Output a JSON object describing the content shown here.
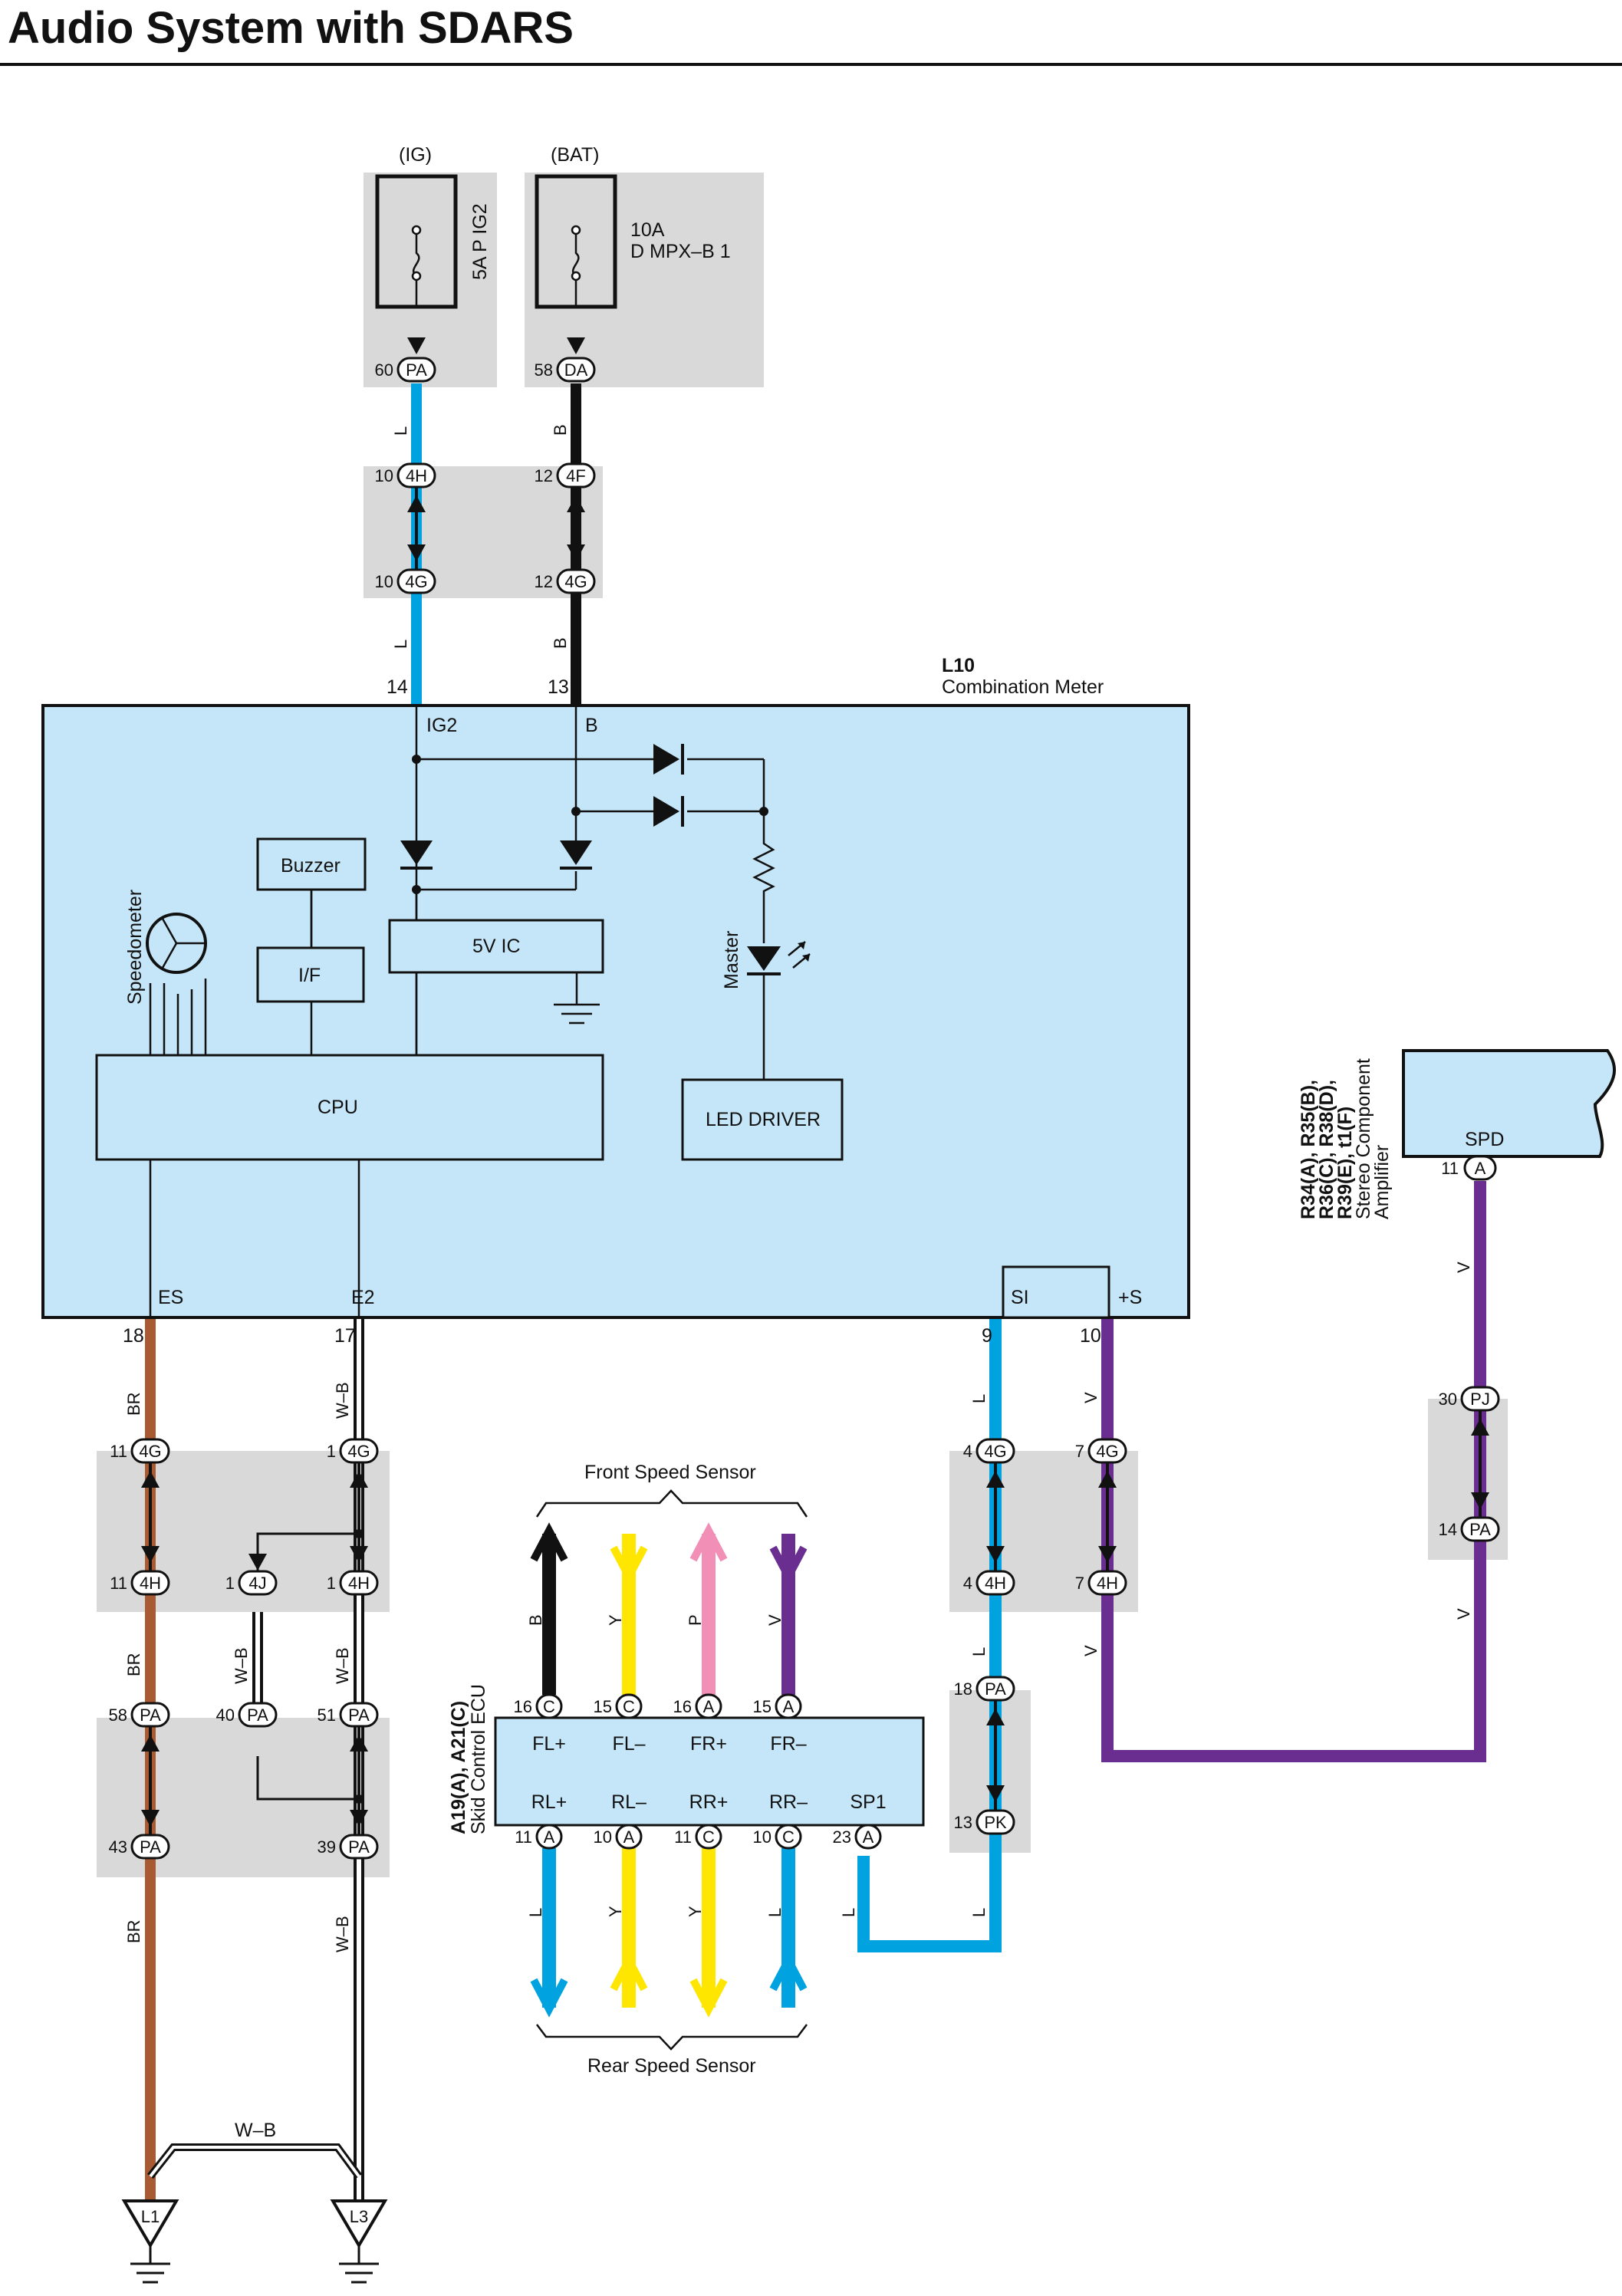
{
  "title": "Audio System with SDARS",
  "power": {
    "ig_label": "(IG)",
    "bat_label": "(BAT)",
    "fuse1": "5A P IG2",
    "fuse2_amp": "10A",
    "fuse2_name": "D MPX–B 1"
  },
  "meter": {
    "code": "L10",
    "name": "Combination Meter",
    "pins": {
      "ig2": "IG2",
      "b": "B",
      "es": "ES",
      "e2": "E2",
      "si": "SI",
      "plus_s": "+S"
    },
    "pin_numbers": {
      "ig2": "14",
      "b": "13",
      "es": "18",
      "e2": "17",
      "si": "9",
      "plus_s": "10"
    },
    "buzzer": "Buzzer",
    "if": "I/F",
    "cpu": "CPU",
    "ic5v": "5V IC",
    "led_driver": "LED DRIVER",
    "speedometer": "Speedometer",
    "master": "Master"
  },
  "amp": {
    "pin_name": "SPD",
    "pin_num": "11",
    "conn": "A",
    "codes": "R34(A), R35(B),",
    "codes2": "R36(C), R38(D),",
    "codes3": "R39(E), t1(F)",
    "name1": "Stereo Component",
    "name2": "Amplifier"
  },
  "ecu": {
    "codes": "A19(A), A21(C)",
    "name": "Skid Control ECU",
    "top_pins": [
      "FL+",
      "FL–",
      "FR+",
      "FR–"
    ],
    "bottom_pins": [
      "RL+",
      "RL–",
      "RR+",
      "RR–",
      "SP1"
    ],
    "top_nums": [
      "16",
      "15",
      "16",
      "15"
    ],
    "top_conns": [
      "C",
      "C",
      "A",
      "A"
    ],
    "bottom_nums": [
      "11",
      "10",
      "11",
      "10",
      "23"
    ],
    "bottom_conns": [
      "A",
      "A",
      "C",
      "C",
      "A"
    ],
    "front_sensor": "Front Speed Sensor",
    "rear_sensor": "Rear Speed Sensor",
    "front_colors": [
      "B",
      "Y",
      "P",
      "V"
    ],
    "rear_colors": [
      "L",
      "Y",
      "Y",
      "L"
    ],
    "sp1_color": "L"
  },
  "connectors": {
    "pa60": {
      "num": "60",
      "id": "PA"
    },
    "da58": {
      "num": "58",
      "id": "DA"
    },
    "h10": {
      "num": "10",
      "id": "4H"
    },
    "f12": {
      "num": "12",
      "id": "4F"
    },
    "g10": {
      "num": "10",
      "id": "4G"
    },
    "g12": {
      "num": "12",
      "id": "4G"
    },
    "g11": {
      "num": "11",
      "id": "4G"
    },
    "g1": {
      "num": "1",
      "id": "4G"
    },
    "h11": {
      "num": "11",
      "id": "4H"
    },
    "j1": {
      "num": "1",
      "id": "4J"
    },
    "h1": {
      "num": "1",
      "id": "4H"
    },
    "pa58": {
      "num": "58",
      "id": "PA"
    },
    "pa40": {
      "num": "40",
      "id": "PA"
    },
    "pa51": {
      "num": "51",
      "id": "PA"
    },
    "pa43": {
      "num": "43",
      "id": "PA"
    },
    "pa39": {
      "num": "39",
      "id": "PA"
    },
    "g4": {
      "num": "4",
      "id": "4G"
    },
    "g7": {
      "num": "7",
      "id": "4G"
    },
    "h4": {
      "num": "4",
      "id": "4H"
    },
    "h7": {
      "num": "7",
      "id": "4H"
    },
    "pa18": {
      "num": "18",
      "id": "PA"
    },
    "pk13": {
      "num": "13",
      "id": "PK"
    },
    "pj30": {
      "num": "30",
      "id": "PJ"
    },
    "pa14": {
      "num": "14",
      "id": "PA"
    }
  },
  "wire_colors": {
    "ig_top": "L",
    "bat_top": "B",
    "ig_mid": "L",
    "bat_mid": "B",
    "es1": "BR",
    "e2_1": "W–B",
    "es2": "BR",
    "j_wb": "W–B",
    "h_wb": "W–B",
    "es3": "BR",
    "e2_3": "W–B",
    "ground_link": "W–B",
    "si1": "L",
    "s1": "V",
    "si2": "L",
    "s2": "V",
    "pk_l": "L",
    "amp_v1": "V",
    "amp_v2": "V"
  },
  "grounds": [
    "L1",
    "L3"
  ],
  "colors": {
    "blue": "#00a3e0",
    "black": "#111111",
    "brown": "#a85a32",
    "purple": "#6a2e91",
    "yellow": "#ffe600",
    "pink": "#f28fb6",
    "panel": "#c5e6f8",
    "gray": "#d9d9d9"
  }
}
